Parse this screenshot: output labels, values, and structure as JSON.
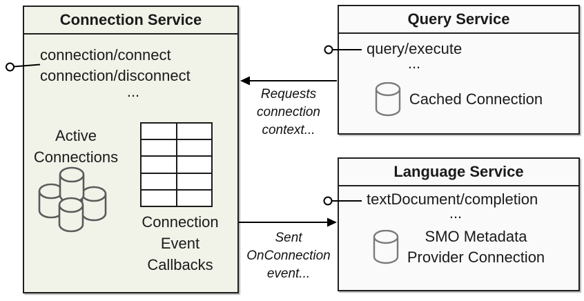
{
  "colors": {
    "canvas_bg": "#ffffff",
    "connection_box_fill": "#f1f3e9",
    "service_box_fill": "#fafafb",
    "box_border": "#1f1f1f",
    "connector_line": "#000000",
    "cluster_cylinder_stroke": "#5a5a5a",
    "single_cylinder_stroke": "#7a7a7a",
    "text": "#1a1a1a"
  },
  "connection_service": {
    "title": "Connection Service",
    "methods": [
      "connection/connect",
      "connection/disconnect"
    ],
    "ellipsis": "...",
    "active_connections_label": "Active\nConnections",
    "callbacks_label": "Connection\nEvent\nCallbacks",
    "callbacks_table": {
      "rows": 5,
      "columns": 2
    }
  },
  "query_service": {
    "title": "Query Service",
    "methods": [
      "query/execute"
    ],
    "ellipsis": "...",
    "connection_label": "Cached Connection"
  },
  "language_service": {
    "title": "Language Service",
    "methods": [
      "textDocument/completion"
    ],
    "ellipsis": "...",
    "connection_label": "SMO Metadata\nProvider Connection"
  },
  "annotations": {
    "requests": "Requests\nconnection\ncontext...",
    "sent": "Sent\nOnConnection\nevent..."
  },
  "icons": {
    "lollipop": "interface-lollipop-icon",
    "database": "database-cylinder-icon",
    "table": "callbacks-grid"
  }
}
